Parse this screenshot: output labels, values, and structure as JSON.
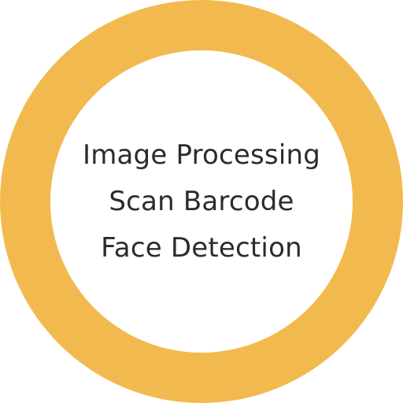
{
  "badge": {
    "lines": [
      "Image Processing",
      "Scan Barcode",
      "Face Detection"
    ]
  },
  "colors": {
    "ring": "#F2BA4E",
    "inner": "#FFFFFF",
    "text": "#2B2B2B"
  }
}
